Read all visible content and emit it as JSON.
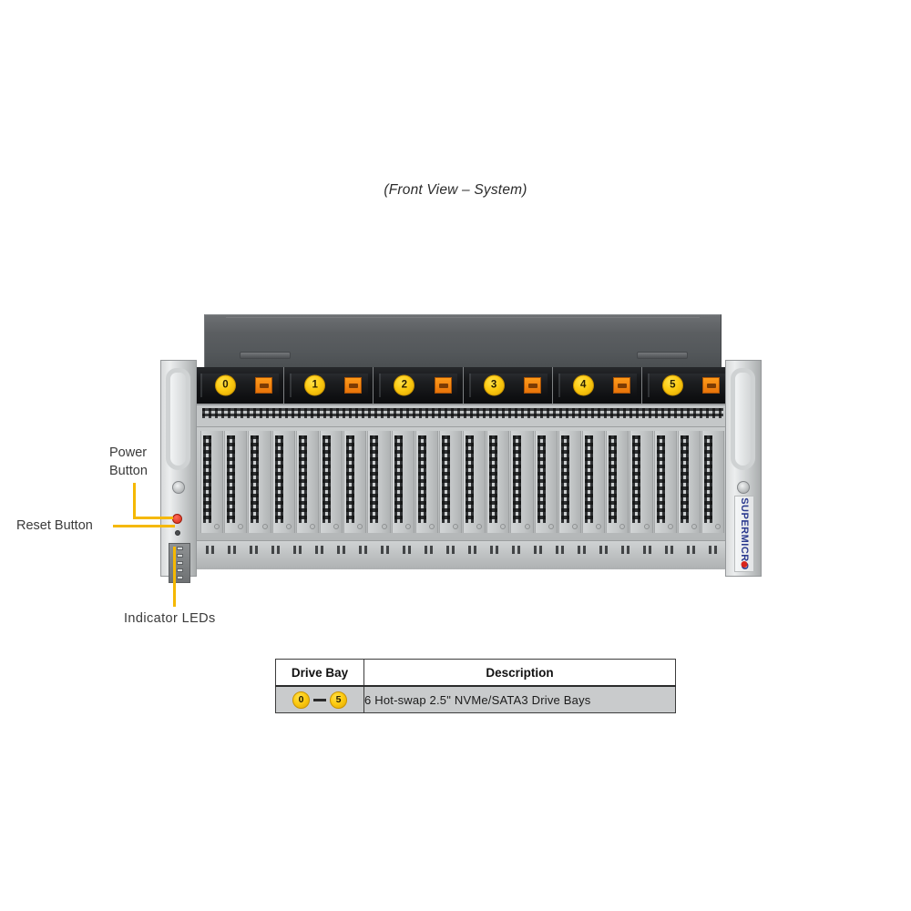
{
  "figure": {
    "caption": "(Front View – System)"
  },
  "callouts": [
    {
      "id": "power",
      "label": "Power\nButton"
    },
    {
      "id": "reset",
      "label": "Reset Button"
    },
    {
      "id": "leds",
      "label": "Indicator  LEDs"
    }
  ],
  "server": {
    "brand": "SUPERMICRO",
    "drive_bays": [
      {
        "number": "0"
      },
      {
        "number": "1"
      },
      {
        "number": "2"
      },
      {
        "number": "3"
      },
      {
        "number": "4"
      },
      {
        "number": "5"
      }
    ]
  },
  "table": {
    "headers": {
      "bay": "Drive Bay",
      "description": "Description"
    },
    "rows": [
      {
        "bay_start": "0",
        "bay_end": "5",
        "description": "6 Hot-swap  2.5\"  NVMe/SATA3  Drive  Bays"
      }
    ]
  },
  "colors": {
    "badge": "#fdcb12",
    "leader": "#f5b800",
    "latch": "#ee7f0d",
    "power_button": "#d42a16",
    "brand_blue": "#2b3a8f",
    "brand_red": "#d8241c",
    "table_row_bg": "#c9cbcc"
  }
}
